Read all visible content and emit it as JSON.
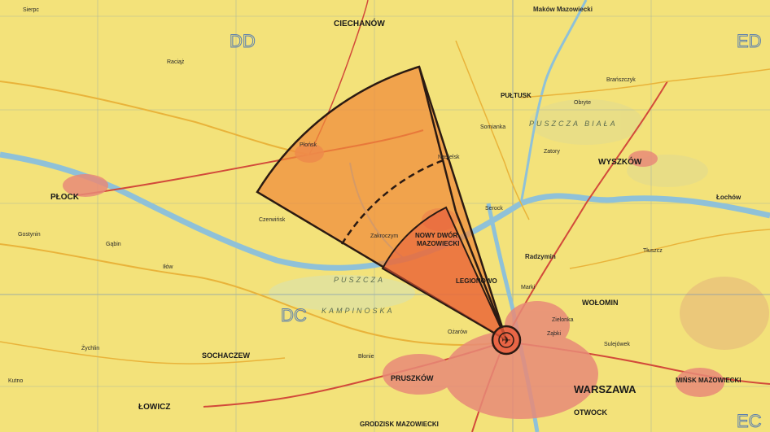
{
  "map": {
    "regions": [
      "DD",
      "ED",
      "DC",
      "EC"
    ],
    "cities": [
      {
        "name": "CIECHANÓW"
      },
      {
        "name": "PŁOCK"
      },
      {
        "name": "WYSZKÓW"
      },
      {
        "name": "NOWY DWÓR MAZOWIECKI"
      },
      {
        "name": "LEGIONOWO"
      },
      {
        "name": "WOŁOMIN"
      },
      {
        "name": "WARSZAWA"
      },
      {
        "name": "SOCHACZEW"
      },
      {
        "name": "PRUSZKÓW"
      },
      {
        "name": "OTWOCK"
      },
      {
        "name": "MIŃSK MAZOWIECKI"
      },
      {
        "name": "ŁOWICZ"
      },
      {
        "name": "GRODZISK MAZOWIECKI"
      },
      {
        "name": "PUŁTUSK"
      },
      {
        "name": "Maków Mazowiecki"
      },
      {
        "name": "Łochów"
      },
      {
        "name": "Radzymin"
      }
    ],
    "forests": [
      "PUSZCZA BIAŁA",
      "PUSZCZA",
      "KAMPINOSKA"
    ],
    "towns": [
      "Sierpc",
      "Raciąż",
      "Płońsk",
      "Nasielsk",
      "Serock",
      "Zakroczym",
      "Czerwińsk",
      "Gostynin",
      "Żychlin",
      "Kutno",
      "Gąbin",
      "Iłów",
      "Błonie",
      "Ożarów",
      "Marki",
      "Zielonka",
      "Ząbki",
      "Sulejówek",
      "Tłuszcz",
      "Zatory",
      "Obryte",
      "Somianka",
      "Brańszczyk"
    ],
    "marker": {
      "name": "airport-marker",
      "symbol": "✈"
    },
    "colors": {
      "land": "#f3e27a",
      "sector_fill": "#f08a3a",
      "sector_inner": "#e85a3a",
      "sector_stroke": "#2b1a12",
      "river": "#8fc1d8",
      "urban": "#e88a78",
      "grid": "#6f8fb8"
    }
  }
}
